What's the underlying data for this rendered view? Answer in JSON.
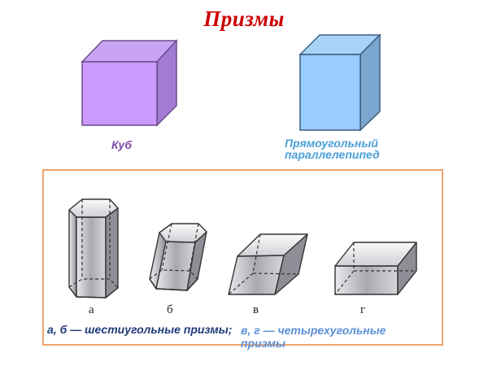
{
  "title": "Призмы",
  "figures": {
    "cube": {
      "label": "Куб",
      "colors": {
        "front": "#cc99ff",
        "top": "#c9a4f5",
        "side": "#a17cd1",
        "edge": "#6b4c8e"
      }
    },
    "parallelepiped": {
      "label_line1": "Прямоугольный",
      "label_line2": "параллелепипед",
      "colors": {
        "front": "#99ccff",
        "top": "#a9d2f7",
        "side": "#7aa6cf",
        "edge": "#3e5f80"
      }
    }
  },
  "prisms_panel": {
    "border_color": "#f0a46c",
    "items": [
      {
        "letter": "а",
        "type": "hexagonal"
      },
      {
        "letter": "б",
        "type": "hexagonal-oblique"
      },
      {
        "letter": "в",
        "type": "quadrilateral-oblique"
      },
      {
        "letter": "г",
        "type": "quadrilateral"
      }
    ],
    "caption_hex": "а, б — шестиугольные призмы;",
    "caption_quad": "в, г — четырехугольные призмы"
  }
}
